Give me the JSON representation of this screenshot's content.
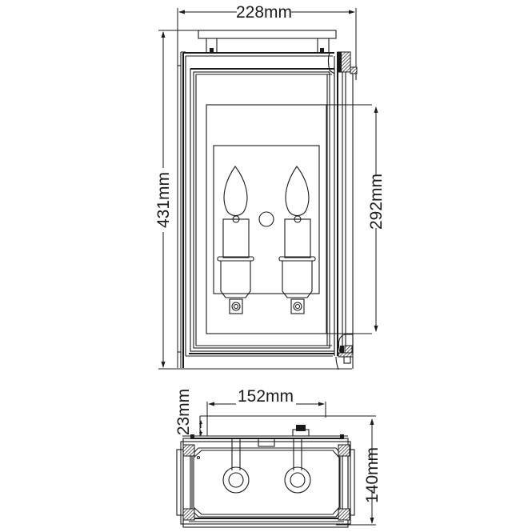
{
  "drawing": {
    "title": "Wall lantern technical drawing",
    "colors": {
      "line": "#1a1a1a",
      "background": "#ffffff"
    },
    "front_view": {
      "width_label": "228mm",
      "height_label": "431mm",
      "glass_height_label": "292mm",
      "bulbs": 2
    },
    "top_view": {
      "backplate_width_label": "152mm",
      "backplate_depth_label": "23mm",
      "projection_label": "140mm",
      "holders": 2
    }
  }
}
